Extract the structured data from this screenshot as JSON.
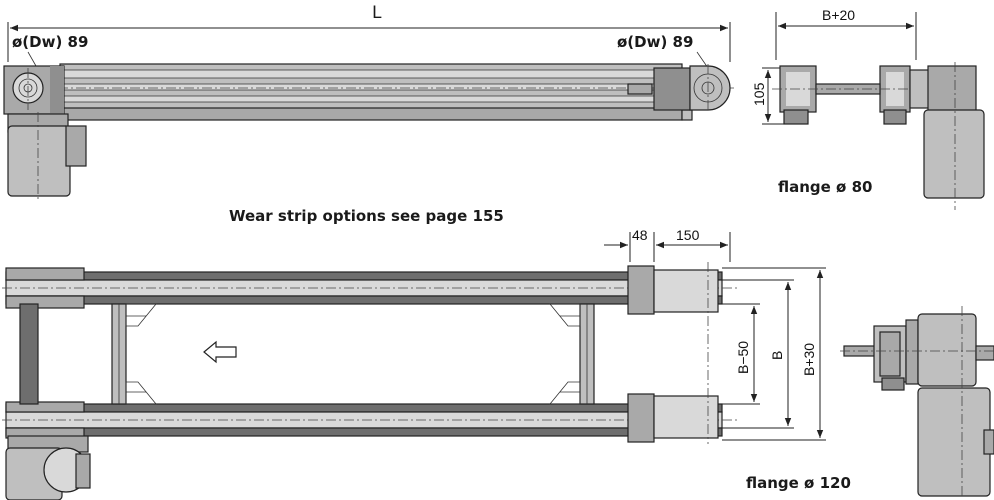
{
  "labels": {
    "length": "L",
    "pulley_left": "ø(Dw) 89",
    "pulley_right": "ø(Dw) 89",
    "width_top": "B+20",
    "height_side": "105",
    "flange_small": "flange ø 80",
    "wear_strip": "Wear strip options see page 155",
    "dim_48": "48",
    "dim_150": "150",
    "width_b50": "B−50",
    "width_b": "B",
    "width_b30": "B+30",
    "flange_large": "flange ø 120"
  }
}
